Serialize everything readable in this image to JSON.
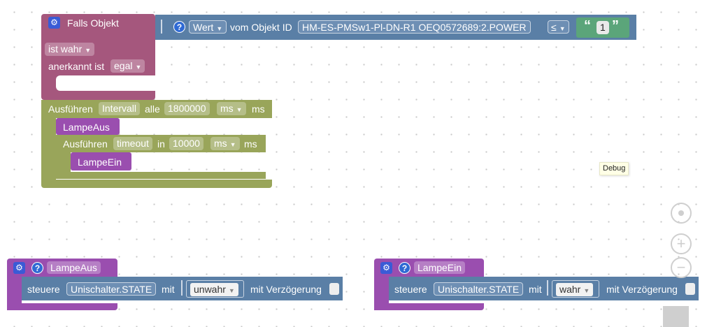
{
  "colors": {
    "event_block": "#a5577d",
    "value_block": "#5a7fa6",
    "timer_block": "#99a55a",
    "procedure_block": "#9a4eaf",
    "text_block": "#5ba57a"
  },
  "trigger_block": {
    "title": "Falls Objekt",
    "condition_value_dropdown": "Wert",
    "object_label": "vom Objekt ID",
    "object_id": "HM-ES-PMSw1-Pl-DN-R1 OEQ0572689:2.POWER",
    "operator": "≤",
    "compare_open_quote": "“",
    "compare_value": "1",
    "compare_close_quote": "”",
    "is_true": "ist wahr",
    "acknowledged_label": "anerkannt ist",
    "acknowledged_value": "egal"
  },
  "interval_block": {
    "execute": "Ausführen",
    "name": "Intervall",
    "every": "alle",
    "value": "1800000",
    "unit_dropdown": "ms",
    "unit": "ms"
  },
  "call_lampe_aus": "LampeAus",
  "timeout_block": {
    "execute": "Ausführen",
    "name": "timeout",
    "in": "in",
    "value": "10000",
    "unit_dropdown": "ms",
    "unit": "ms"
  },
  "call_lampe_ein": "LampeEin",
  "debug_tooltip": "Debug",
  "procedures": [
    {
      "name": "LampeAus",
      "control": "steuere",
      "object": "Unischalter.STATE",
      "with": "mit",
      "value": "unwahr",
      "delay_label": "mit Verzögerung"
    },
    {
      "name": "LampeEin",
      "control": "steuere",
      "object": "Unischalter.STATE",
      "with": "mit",
      "value": "wahr",
      "delay_label": "mit Verzögerung"
    }
  ],
  "controls": {
    "recenter_icon": "target-icon",
    "zoom_in": "+",
    "zoom_out": "−"
  }
}
